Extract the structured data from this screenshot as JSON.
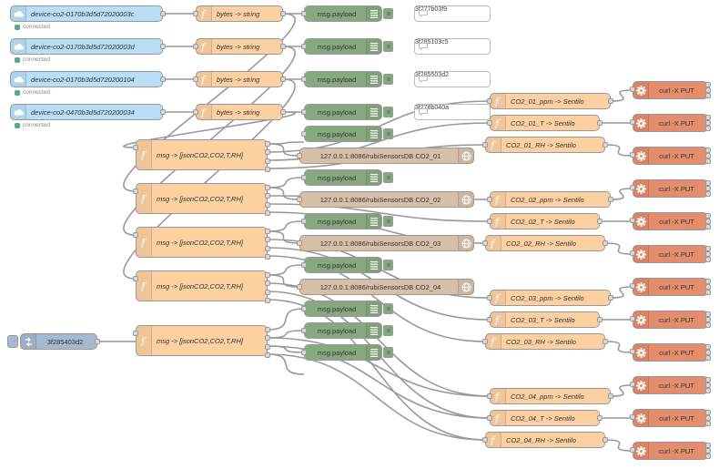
{
  "colors": {
    "mqtt": "#b9dff6",
    "function": "#fdd0a2",
    "debug": "#87a980",
    "http": "#d8bfa8",
    "exec": "#e48d6d",
    "inject": "#a6b8cf",
    "wire": "#999999"
  },
  "mqtt_in": [
    {
      "label": "device-co2-0170b3d5d72020003c",
      "status": "connected"
    },
    {
      "label": "device-co2-0170b3d5d72020003d",
      "status": "connected"
    },
    {
      "label": "device-co2-0170b3d5d720200104",
      "status": "connected"
    },
    {
      "label": "device-co2-0470b3d5d720200034",
      "status": "connected"
    }
  ],
  "converters": [
    {
      "label": "bytes -> string"
    },
    {
      "label": "bytes -> string"
    },
    {
      "label": "bytes -> string"
    },
    {
      "label": "bytes -> string"
    }
  ],
  "top_debugs": [
    {
      "label": "msg.payload"
    },
    {
      "label": "msg.payload"
    },
    {
      "label": "msg.payload"
    },
    {
      "label": "msg.payload"
    },
    {
      "label": "msg.payload"
    }
  ],
  "comments": [
    {
      "label": "3f277b03f9"
    },
    {
      "label": "3f285103c5"
    },
    {
      "label": "3f285503d2"
    },
    {
      "label": "3f278b040a"
    }
  ],
  "parsers": [
    {
      "label": "msg -> [jsonCO2,CO2,T,RH]"
    },
    {
      "label": "msg -> [jsonCO2,CO2,T,RH]"
    },
    {
      "label": "msg -> [jsonCO2,CO2,T,RH]"
    },
    {
      "label": "msg -> [jsonCO2,CO2,T,RH]"
    },
    {
      "label": "msg -> [jsonCO2,CO2,T,RH]"
    }
  ],
  "http_requests": [
    {
      "label": "127.0.0.1:8086/rubiSensorsDB CO2_01"
    },
    {
      "label": "127.0.0.1:8086/rubiSensorsDB CO2_02"
    },
    {
      "label": "127.0.0.1:8086/rubiSensorsDB CO2_03"
    },
    {
      "label": "127.0.0.1:8086/rubiSensorsDB CO2_04"
    }
  ],
  "mid_debugs": [
    {
      "label": "msg.payload"
    },
    {
      "label": "msg.payload"
    },
    {
      "label": "msg.payload"
    },
    {
      "label": "msg.payload"
    },
    {
      "label": "msg.payload"
    },
    {
      "label": "msg.payload"
    }
  ],
  "inject": {
    "label": "3f285403d2"
  },
  "sentilo_functions": [
    {
      "label": "CO2_01_ppm -> Sentilo"
    },
    {
      "label": "CO2_01_T -> Sentilo"
    },
    {
      "label": "CO2_01_RH -> Sentilo"
    },
    {
      "label": "CO2_02_ppm -> Sentilo"
    },
    {
      "label": "CO2_02_T -> Sentilo"
    },
    {
      "label": "CO2_02_RH -> Sentilo"
    },
    {
      "label": "CO2_03_ppm -> Sentilo"
    },
    {
      "label": "CO2_03_T -> Sentilo"
    },
    {
      "label": "CO2_03_RH -> Sentilo"
    },
    {
      "label": "CO2_04_ppm -> Sentilo"
    },
    {
      "label": "CO2_04_T -> Sentilo"
    },
    {
      "label": "CO2_04_RH -> Sentilo"
    }
  ],
  "exec_nodes": [
    {
      "label": "curl -X PUT"
    },
    {
      "label": "curl -X PUT"
    },
    {
      "label": "curl -X PUT"
    },
    {
      "label": "curl -X PUT"
    },
    {
      "label": "curl -X PUT"
    },
    {
      "label": "curl -X PUT"
    },
    {
      "label": "curl -X PUT"
    },
    {
      "label": "curl -X PUT"
    },
    {
      "label": "curl -X PUT"
    },
    {
      "label": "curl -X PUT"
    },
    {
      "label": "curl -X PUT"
    },
    {
      "label": "curl -X PUT"
    }
  ]
}
